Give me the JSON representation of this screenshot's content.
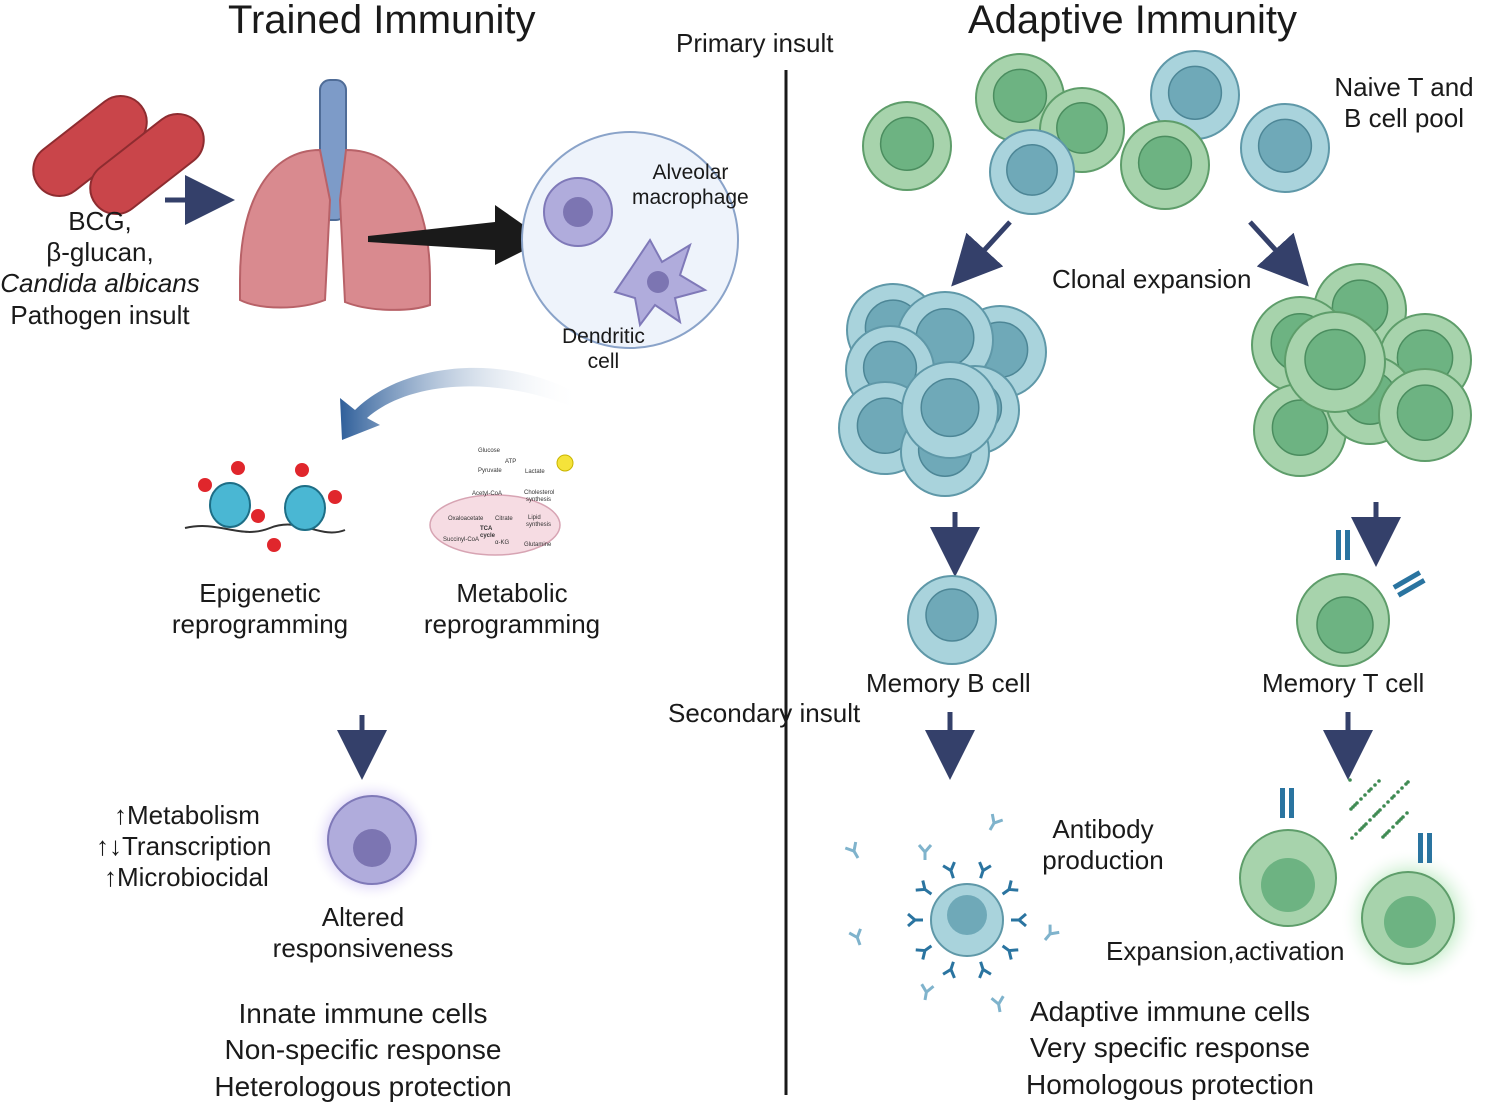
{
  "left": {
    "title": "Trained Immunity",
    "insult_label": [
      "BCG,",
      "β-glucan,",
      "Candida albicans",
      "Pathogen insult"
    ],
    "alveolar_label": [
      "Alveolar",
      "macrophage"
    ],
    "dendritic_label": [
      "Dendritic",
      "cell"
    ],
    "epigenetic_label": [
      "Epigenetic",
      "reprogramming"
    ],
    "metabolic_label": [
      "Metabolic",
      "reprogramming"
    ],
    "metabolic_pathway": [
      "Glucose",
      "ATP",
      "Pyruvate",
      "Lactate",
      "Acetyl-CoA",
      "Cholesterol",
      "synthesis",
      "Oxaloacetate",
      "Citrate",
      "TCA",
      "cycle",
      "Lipid",
      "synthesis",
      "Succinyl-CoA",
      "α-KG",
      "Glutamine"
    ],
    "effects": [
      "↑Metabolism",
      "↑↓Transcription",
      "↑Microbiocidal"
    ],
    "altered_label": [
      "Altered",
      "responsiveness"
    ],
    "summary": [
      "Innate immune cells",
      "Non-specific response",
      "Heterologous protection"
    ]
  },
  "center": {
    "primary_insult": "Primary insult",
    "secondary_insult": "Secondary insult"
  },
  "right": {
    "title": "Adaptive Immunity",
    "naive_label": [
      "Naive T and",
      "B cell pool"
    ],
    "clonal_label": "Clonal expansion",
    "memory_b_label": "Memory B cell",
    "memory_t_label": "Memory T cell",
    "antibody_label": [
      "Antibody",
      "production"
    ],
    "expansion_label": "Expansion,activation",
    "summary": [
      "Adaptive immune cells",
      "Very specific response",
      "Homologous protection"
    ]
  },
  "colors": {
    "b_cell": "#a9d3dc",
    "b_nucleus": "#6fa9b8",
    "t_cell": "#a7d3ac",
    "t_nucleus": "#6db382",
    "arrow": "#34406a",
    "bacteria": "#c9454a",
    "lung": "#d98a8f",
    "macrophage": "#b0acdc"
  }
}
